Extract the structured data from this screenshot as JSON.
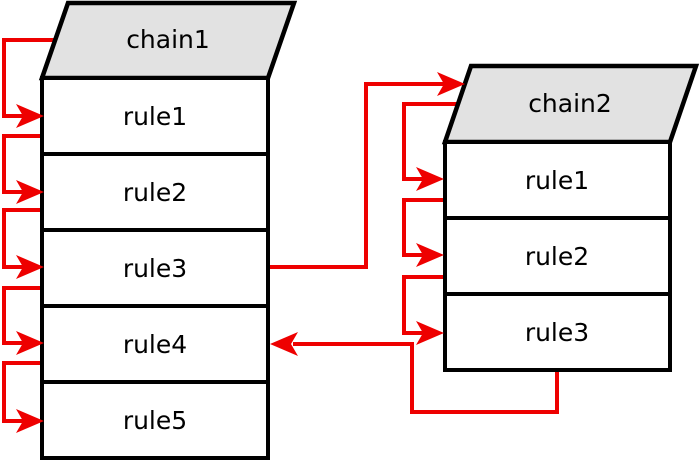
{
  "diagram": {
    "colors": {
      "header_fill": "#e2e2e2",
      "box_fill": "#ffffff",
      "border": "#000000",
      "arrow": "#ee0000"
    },
    "chains": [
      {
        "label": "chain1",
        "rules": [
          "rule1",
          "rule2",
          "rule3",
          "rule4",
          "rule5"
        ]
      },
      {
        "label": "chain2",
        "rules": [
          "rule1",
          "rule2",
          "rule3"
        ]
      }
    ],
    "connections": [
      {
        "from": "chain1-header",
        "to": "chain1-rule1"
      },
      {
        "from": "chain1-rule1",
        "to": "chain1-rule2"
      },
      {
        "from": "chain1-rule2",
        "to": "chain1-rule3"
      },
      {
        "from": "chain1-rule3",
        "to": "chain1-rule4"
      },
      {
        "from": "chain1-rule4",
        "to": "chain1-rule5"
      },
      {
        "from": "chain1-rule3",
        "to": "chain2-header"
      },
      {
        "from": "chain2-header",
        "to": "chain2-rule1"
      },
      {
        "from": "chain2-rule1",
        "to": "chain2-rule2"
      },
      {
        "from": "chain2-rule2",
        "to": "chain2-rule3"
      },
      {
        "from": "chain2-rule3",
        "to": "chain1-rule4"
      }
    ]
  }
}
